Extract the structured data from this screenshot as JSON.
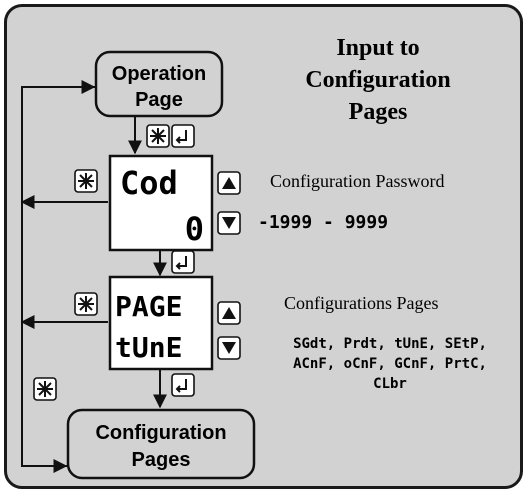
{
  "title": [
    "Input to",
    "Configuration",
    "Pages"
  ],
  "boxes": {
    "operation_page": [
      "Operation",
      "Page"
    ],
    "configuration_pages": [
      "Configuration",
      "Pages"
    ]
  },
  "password_screen": {
    "line1": "Cod",
    "line2": "0",
    "label": "Configuration Password",
    "range": "-1999 - 9999"
  },
  "pages_screen": {
    "line1": "PAGE",
    "line2": "tUnE",
    "label": "Configurations Pages",
    "list": [
      "SGdt, Prdt, tUnE, SEtP,",
      "ACnF, oCnF, GCnF, PrtC,",
      "CLbr"
    ]
  },
  "icons": {
    "asterisk_key": "asterisk-key-icon",
    "enter_key": "enter-key-icon",
    "up_key": "up-arrow-key-icon",
    "down_key": "down-arrow-key-icon"
  }
}
